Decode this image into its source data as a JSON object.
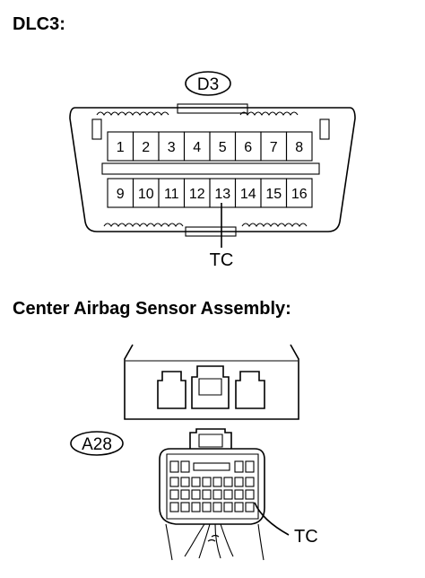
{
  "dlc3": {
    "heading": "DLC3:",
    "connector_code": "D3",
    "pins_top": [
      "1",
      "2",
      "3",
      "4",
      "5",
      "6",
      "7",
      "8"
    ],
    "pins_bottom": [
      "9",
      "10",
      "11",
      "12",
      "13",
      "14",
      "15",
      "16"
    ],
    "terminal_label": "TC"
  },
  "airbag": {
    "heading": "Center Airbag Sensor Assembly:",
    "connector_code": "A28",
    "terminal_label": "TC"
  },
  "colors": {
    "line": "#000000",
    "background": "#ffffff"
  }
}
